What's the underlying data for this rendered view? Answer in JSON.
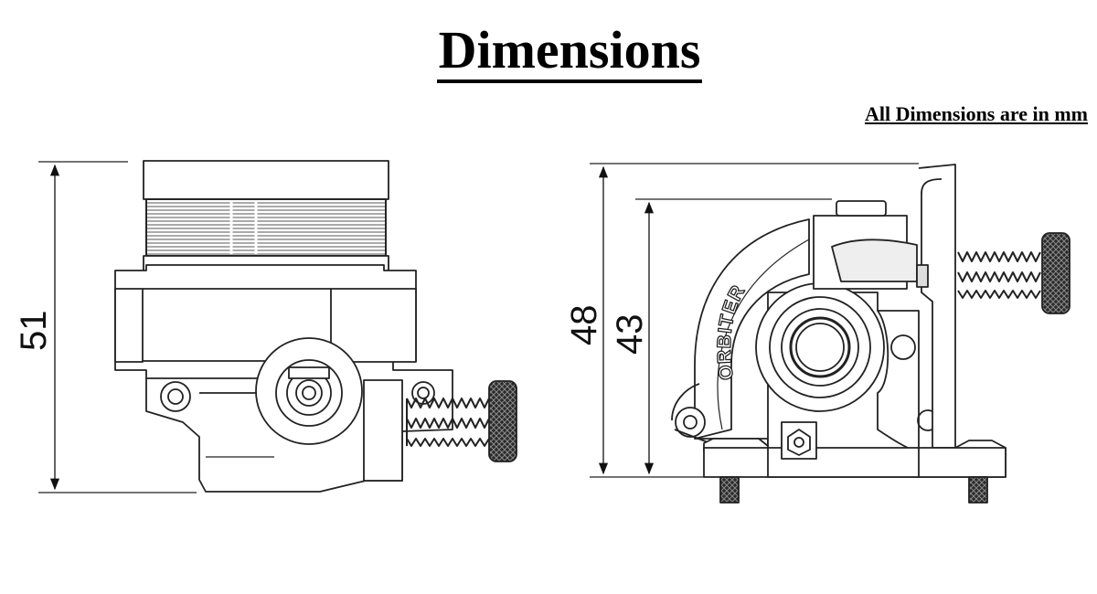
{
  "page": {
    "title": "Dimensions",
    "units_note": "All Dimensions are in mm"
  },
  "left_view": {
    "dimension_height": "51"
  },
  "right_view": {
    "dimension_outer": "48",
    "dimension_inner": "43",
    "brand_mark": "ORBITER"
  }
}
